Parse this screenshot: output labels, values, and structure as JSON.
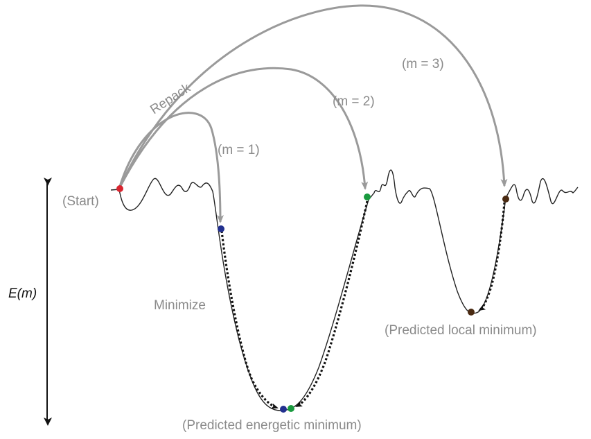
{
  "labels": {
    "repack": "Repack",
    "m1": "(m = 1)",
    "m2": "(m = 2)",
    "m3": "(m = 3)",
    "start": "(Start)",
    "minimize": "Minimize",
    "energy_axis": "E(m)",
    "energetic_minimum": "(Predicted energetic minimum)",
    "local_minimum": "(Predicted local minimum)"
  },
  "colors": {
    "arrow_gray": "#9a9a9a",
    "text_gray": "#8a8a8a",
    "curve": "#222222",
    "start_point": "#d9252f",
    "m1_point": "#22308f",
    "m2_point": "#1a9a3f",
    "m3_point": "#4a2a12"
  }
}
